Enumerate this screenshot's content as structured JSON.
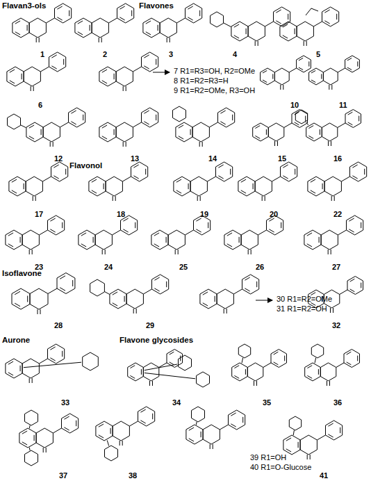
{
  "diagram": {
    "labels": [
      "Flavan3-ols",
      "Flavones",
      "1",
      "2",
      "3",
      "4",
      "5",
      "6",
      "7 R1=R3=OH, R2=OMe",
      "8 R1=R2=R3=H",
      "9 R1=R2=OMe, R3=OH",
      "10",
      "11",
      "12",
      "13",
      "14",
      "15",
      "16",
      "Flavonol",
      "17",
      "18",
      "19",
      "20",
      "22",
      "23",
      "24",
      "25",
      "26",
      "27",
      "Isoflavone",
      "28",
      "29",
      "30 R1=R2=OMe",
      "31 R1=R2=OH",
      "32",
      "Aurone",
      "Flavone glycosides",
      "33",
      "34",
      "35",
      "36",
      "37",
      "38",
      "39 R1=OH",
      "40 R1=O-Glucose",
      "41"
    ]
  }
}
